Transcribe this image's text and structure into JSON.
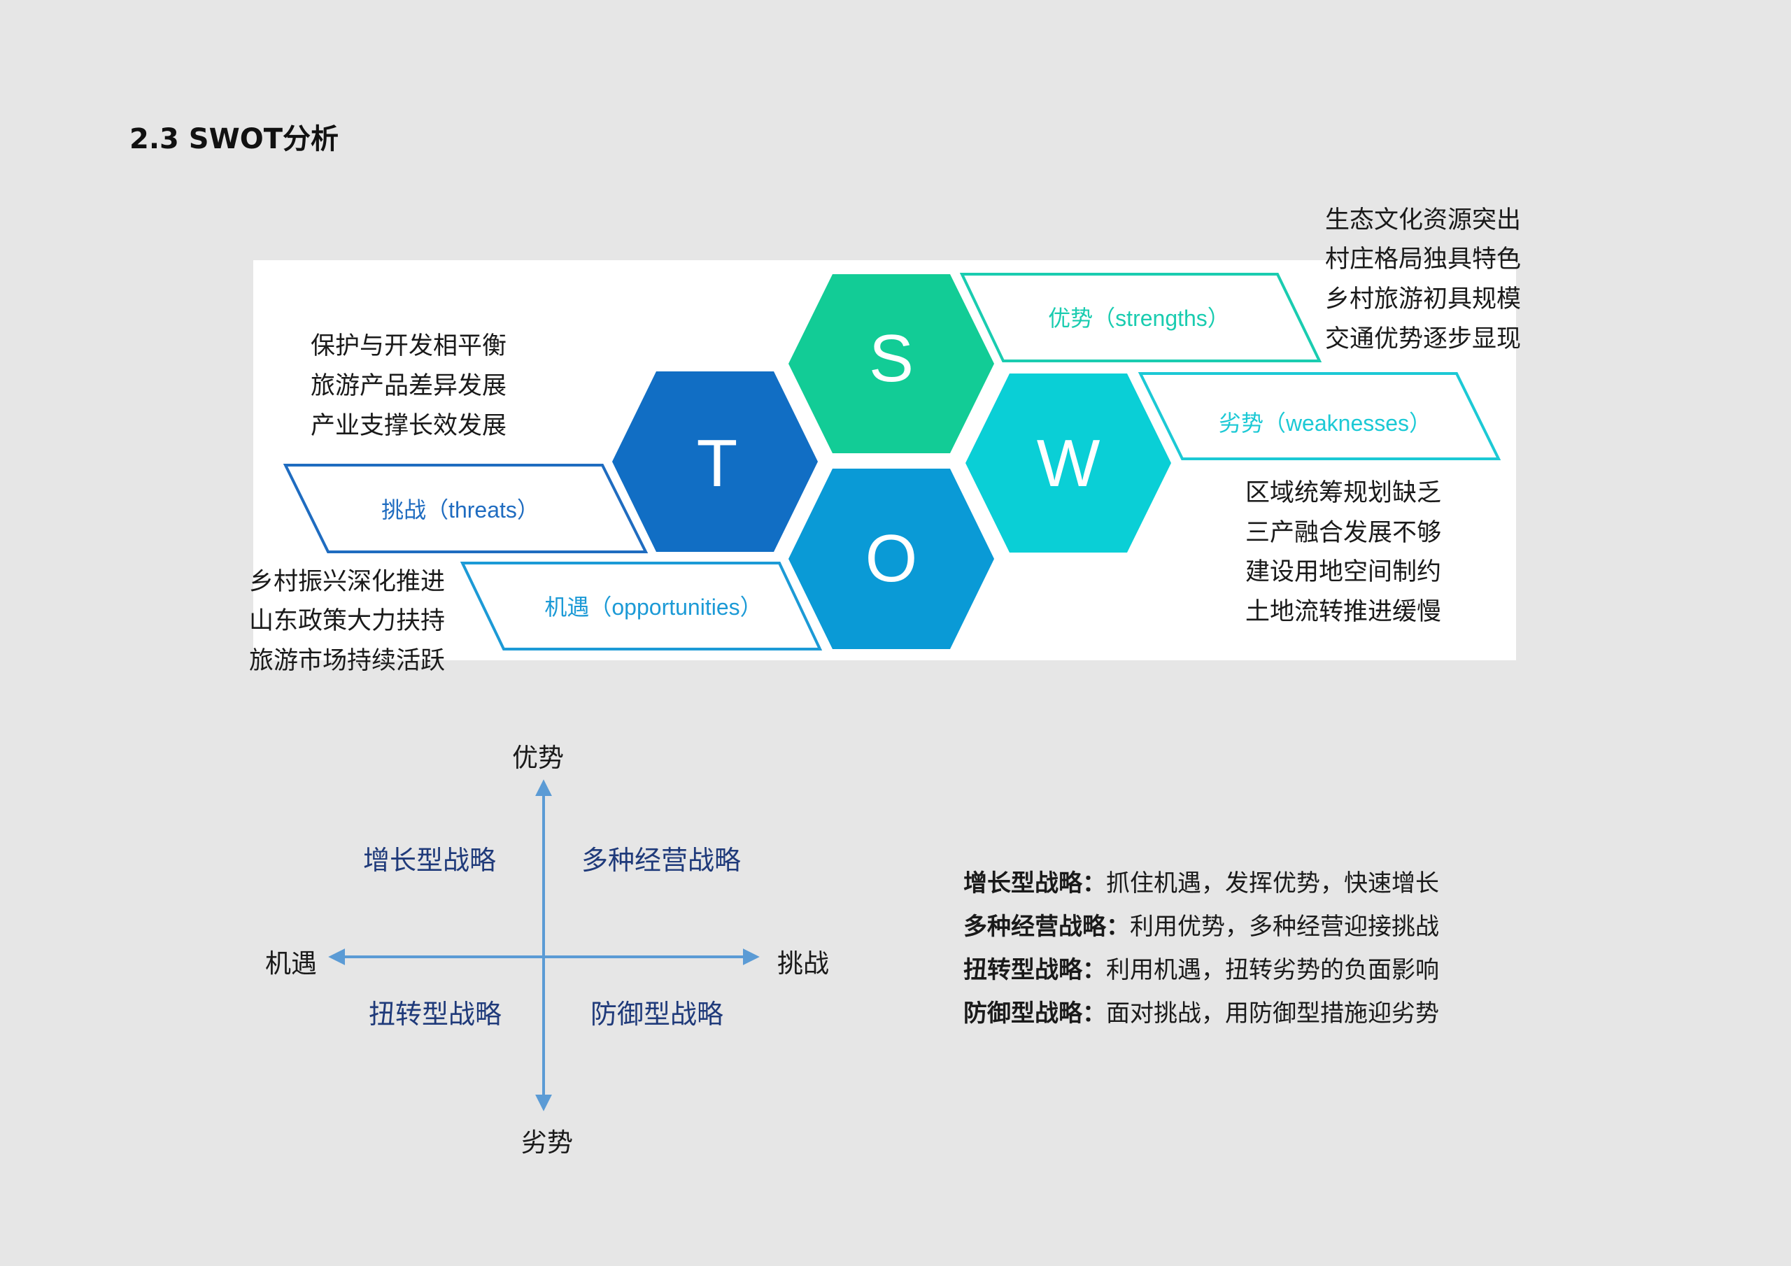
{
  "title": "2.3 SWOT分析",
  "swot": {
    "colors": {
      "s": "#12cc96",
      "t": "#116ec4",
      "o": "#0a9ad6",
      "w": "#0acfd6"
    },
    "letters": {
      "s": "S",
      "t": "T",
      "o": "O",
      "w": "W"
    },
    "labels": {
      "s": "优势（strengths）",
      "w": "劣势（weaknesses）",
      "t": "挑战（threats）",
      "o": "机遇（opportunities）"
    },
    "strengths": [
      "生态文化资源突出",
      "村庄格局独具特色",
      "乡村旅游初具规模",
      "交通优势逐步显现"
    ],
    "threats": [
      "保护与开发相平衡",
      "旅游产品差异发展",
      "产业支撑长效发展"
    ],
    "opportunities": [
      "乡村振兴深化推进",
      "山东政策大力扶持",
      "旅游市场持续活跃"
    ],
    "weaknesses": [
      "区域统筹规划缺乏",
      "三产融合发展不够",
      "建设用地空间制约",
      "土地流转推进缓慢"
    ]
  },
  "matrix": {
    "axes": {
      "top": "优势",
      "bottom": "劣势",
      "left": "机遇",
      "right": "挑战"
    },
    "quadrants": {
      "tl": "增长型战略",
      "tr": "多种经营战略",
      "bl": "扭转型战略",
      "br": "防御型战略"
    }
  },
  "strategies": [
    {
      "name": "增长型战略：",
      "text": "抓住机遇，发挥优势，快速增长"
    },
    {
      "name": "多种经营战略：",
      "text": "利用优势，多种经营迎接挑战"
    },
    {
      "name": "扭转型战略：",
      "text": "利用机遇，扭转劣势的负面影响"
    },
    {
      "name": "防御型战略：",
      "text": "面对挑战，用防御型措施迎劣势"
    }
  ]
}
